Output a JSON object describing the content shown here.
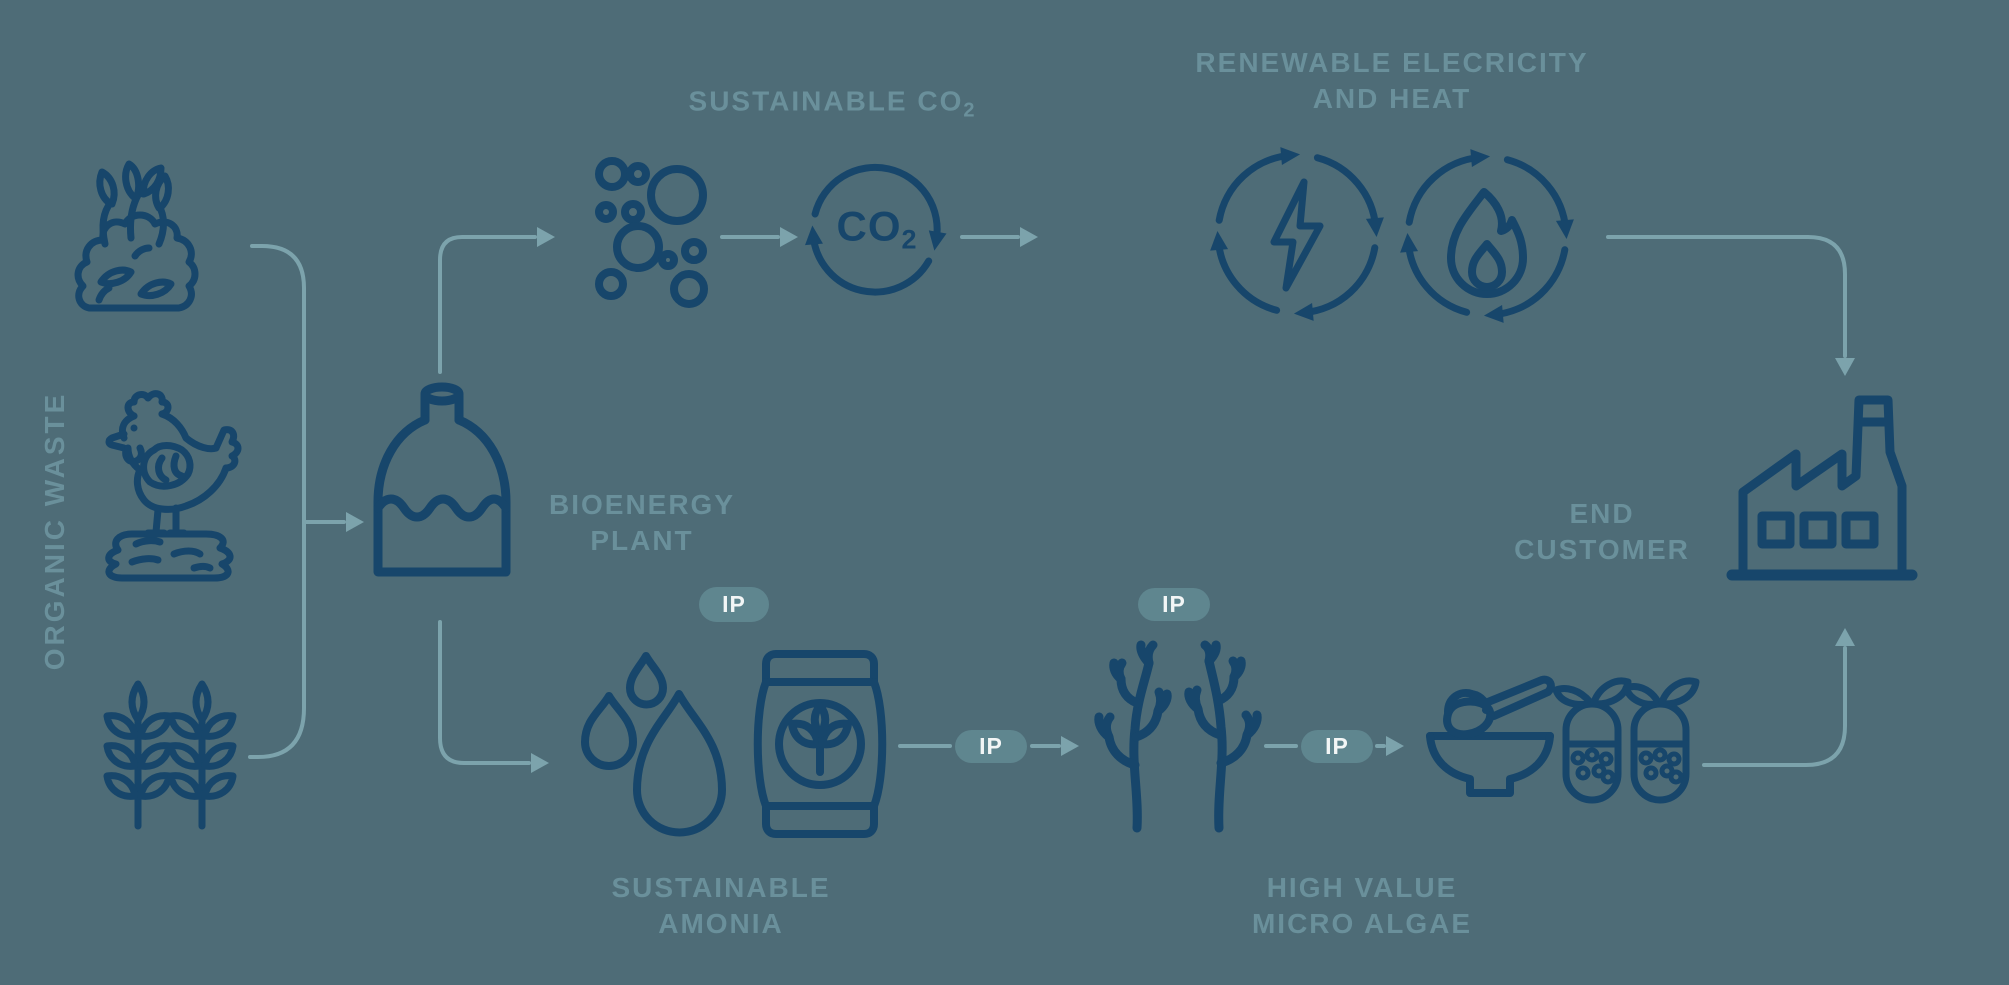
{
  "theme": {
    "background": "#4e6c77",
    "icon": "#17466b",
    "label": "#6a909b",
    "connector": "#7ca3ac",
    "badge_bg": "#5f868f",
    "badge_text": "#f2f6f6"
  },
  "labels": {
    "organic_waste": "ORGANIC WASTE",
    "sustainable_co2_main": "SUSTAINABLE CO",
    "sustainable_co2_sub": "2",
    "renewable_line1": "RENEWABLE ELECRICITY",
    "renewable_line2": "AND HEAT",
    "bioenergy_line1": "BIOENERGY",
    "bioenergy_line2": "PLANT",
    "end_customer_line1": "END",
    "end_customer_line2": "CUSTOMER",
    "amonia_line1": "SUSTAINABLE",
    "amonia_line2": "AMONIA",
    "algae_line1": "HIGH VALUE",
    "algae_line2": "MICRO ALGAE",
    "co2_circle_main": "CO",
    "co2_circle_sub": "2",
    "ip": "IP"
  },
  "icons": [
    "compost-icon",
    "chicken-icon",
    "wheat-icon",
    "bioenergy-plant-icon",
    "co2-bubbles-icon",
    "co2-cycle-icon",
    "electricity-cycle-icon",
    "heat-cycle-icon",
    "water-drops-icon",
    "fertilizer-bag-icon",
    "micro-algae-icon",
    "bowl-spoon-icon",
    "capsules-icon",
    "factory-icon"
  ]
}
